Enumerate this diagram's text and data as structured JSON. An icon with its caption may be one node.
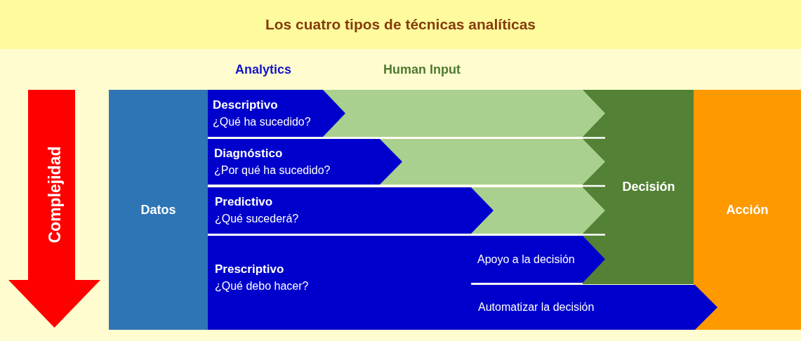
{
  "diagram": {
    "title": "Los cuatro tipos de técnicas analíticas",
    "nodes": [
      {
        "text": [
          "Complejidad"
        ]
      },
      {
        "text": [
          "Datos"
        ]
      },
      {
        "text": [
          "Decisión"
        ]
      },
      {
        "text": [
          "Acción"
        ]
      },
      {
        "text": [
          "Descriptivo",
          "¿Qué ha sucedido?"
        ]
      },
      {
        "text": [
          "Diagnóstico",
          "¿Por qué ha sucedido?"
        ]
      },
      {
        "text": [
          "Predictivo",
          "¿Qué sucederá?"
        ]
      },
      {
        "text": [
          "Prescriptivo",
          "¿Qué debo hacer?"
        ]
      },
      {
        "text": [
          "Apoyo a la decisión"
        ]
      },
      {
        "text": [
          "Automatizar la decisión"
        ]
      }
    ],
    "edges": [
      {
        "from": 4,
        "to": 2,
        "arrow": "to"
      },
      {
        "from": 5,
        "to": 2,
        "arrow": "to"
      },
      {
        "from": 6,
        "to": 2,
        "arrow": "to"
      }
    ],
    "labels": [
      "Analytics",
      "Human Input"
    ]
  }
}
